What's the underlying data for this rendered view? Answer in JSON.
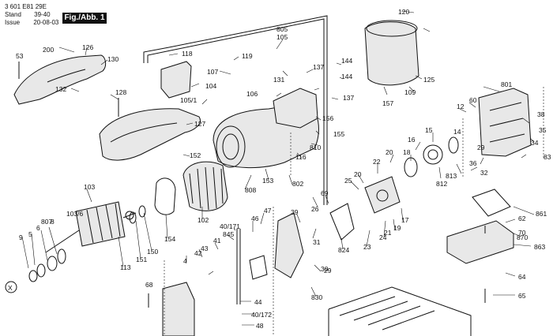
{
  "header": {
    "doc_number": "3 601 E81 29E",
    "stand_label": "Stand",
    "stand_value": "39-40",
    "issue_label": "Issue",
    "issue_value": "20-08-03",
    "fig_label": "Fig./Abb. 1"
  },
  "parts": [
    {
      "id": "p53",
      "text": "53"
    },
    {
      "id": "p200",
      "text": "200"
    },
    {
      "id": "p126",
      "text": "126"
    },
    {
      "id": "p130",
      "text": "130"
    },
    {
      "id": "p132",
      "text": "132"
    },
    {
      "id": "p128",
      "text": "128"
    },
    {
      "id": "p118",
      "text": "118"
    },
    {
      "id": "p119",
      "text": "119"
    },
    {
      "id": "p107",
      "text": "107"
    },
    {
      "id": "p104",
      "text": "104"
    },
    {
      "id": "p105_1",
      "text": "105/1"
    },
    {
      "id": "p127",
      "text": "127"
    },
    {
      "id": "p805",
      "text": "805"
    },
    {
      "id": "p105",
      "text": "105"
    },
    {
      "id": "p131",
      "text": "131"
    },
    {
      "id": "p106",
      "text": "106"
    },
    {
      "id": "p137a",
      "text": "137"
    },
    {
      "id": "p144a",
      "text": "144"
    },
    {
      "id": "p144b",
      "text": "144"
    },
    {
      "id": "p137b",
      "text": "137"
    },
    {
      "id": "p120",
      "text": "120"
    },
    {
      "id": "p157",
      "text": "157"
    },
    {
      "id": "p109",
      "text": "109"
    },
    {
      "id": "p125",
      "text": "125"
    },
    {
      "id": "p801",
      "text": "801"
    },
    {
      "id": "p12",
      "text": "12"
    },
    {
      "id": "p60",
      "text": "60"
    },
    {
      "id": "p38",
      "text": "38"
    },
    {
      "id": "p35",
      "text": "35"
    },
    {
      "id": "p34",
      "text": "34"
    },
    {
      "id": "p83",
      "text": "83"
    },
    {
      "id": "p152",
      "text": "152"
    },
    {
      "id": "p156",
      "text": "156"
    },
    {
      "id": "p810",
      "text": "810"
    },
    {
      "id": "p155",
      "text": "155"
    },
    {
      "id": "p116",
      "text": "116"
    },
    {
      "id": "p15",
      "text": "15"
    },
    {
      "id": "p16",
      "text": "16"
    },
    {
      "id": "p18",
      "text": "18"
    },
    {
      "id": "p20",
      "text": "20"
    },
    {
      "id": "p22",
      "text": "22"
    },
    {
      "id": "p812",
      "text": "812"
    },
    {
      "id": "p14",
      "text": "14"
    },
    {
      "id": "p29",
      "text": "29"
    },
    {
      "id": "p36",
      "text": "36"
    },
    {
      "id": "p32",
      "text": "32"
    },
    {
      "id": "p813",
      "text": "813"
    },
    {
      "id": "p808",
      "text": "808"
    },
    {
      "id": "p153",
      "text": "153"
    },
    {
      "id": "p802",
      "text": "802"
    },
    {
      "id": "p103",
      "text": "103"
    },
    {
      "id": "p103_6",
      "text": "103/6"
    },
    {
      "id": "p102",
      "text": "102"
    },
    {
      "id": "p154",
      "text": "154"
    },
    {
      "id": "p9",
      "text": "9"
    },
    {
      "id": "p5",
      "text": "5"
    },
    {
      "id": "p6",
      "text": "6"
    },
    {
      "id": "p807",
      "text": "807"
    },
    {
      "id": "p8",
      "text": "8"
    },
    {
      "id": "p113",
      "text": "113"
    },
    {
      "id": "p151",
      "text": "151"
    },
    {
      "id": "p150",
      "text": "150"
    },
    {
      "id": "p25",
      "text": "25"
    },
    {
      "id": "p20b",
      "text": "20"
    },
    {
      "id": "p26",
      "text": "26"
    },
    {
      "id": "p69",
      "text": "69"
    },
    {
      "id": "p39",
      "text": "39"
    },
    {
      "id": "p31",
      "text": "31"
    },
    {
      "id": "p824",
      "text": "824"
    },
    {
      "id": "p23",
      "text": "23"
    },
    {
      "id": "p24",
      "text": "24"
    },
    {
      "id": "p19",
      "text": "19"
    },
    {
      "id": "p21",
      "text": "21"
    },
    {
      "id": "p17",
      "text": "17"
    },
    {
      "id": "p47",
      "text": "47"
    },
    {
      "id": "p46",
      "text": "46"
    },
    {
      "id": "p40_171",
      "text": "40/171"
    },
    {
      "id": "p845",
      "text": "845"
    },
    {
      "id": "p41",
      "text": "41"
    },
    {
      "id": "p43",
      "text": "43"
    },
    {
      "id": "p4",
      "text": "4"
    },
    {
      "id": "p42",
      "text": "42"
    },
    {
      "id": "p30",
      "text": "30"
    },
    {
      "id": "p29b",
      "text": "29"
    },
    {
      "id": "p830",
      "text": "830"
    },
    {
      "id": "p68",
      "text": "68"
    },
    {
      "id": "p44",
      "text": "44"
    },
    {
      "id": "p40_172",
      "text": "40/172"
    },
    {
      "id": "p48",
      "text": "48"
    },
    {
      "id": "p861",
      "text": "861"
    },
    {
      "id": "p62",
      "text": "62"
    },
    {
      "id": "p70",
      "text": "70"
    },
    {
      "id": "p870",
      "text": "870"
    },
    {
      "id": "p863",
      "text": "863"
    },
    {
      "id": "p64",
      "text": "64"
    },
    {
      "id": "p65",
      "text": "65"
    },
    {
      "id": "pX",
      "text": "X"
    }
  ]
}
